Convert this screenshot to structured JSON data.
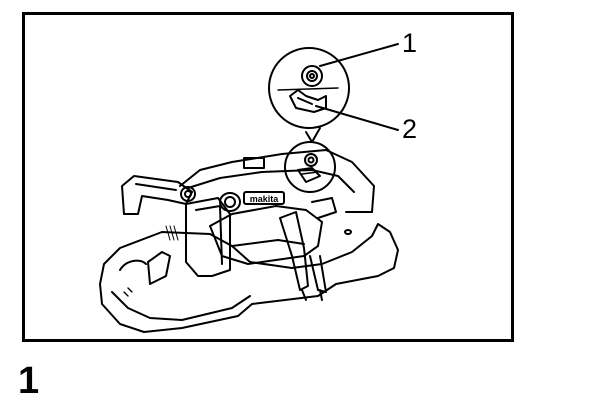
{
  "figure": {
    "number": "1"
  },
  "callouts": [
    {
      "label": "1"
    },
    {
      "label": "2"
    }
  ],
  "brand_text": "makita",
  "colors": {
    "line": "#000000",
    "background": "#ffffff"
  },
  "parts": {
    "device": "portable-band-saw-icon",
    "detail": "magnified-detail-circle-icon"
  }
}
